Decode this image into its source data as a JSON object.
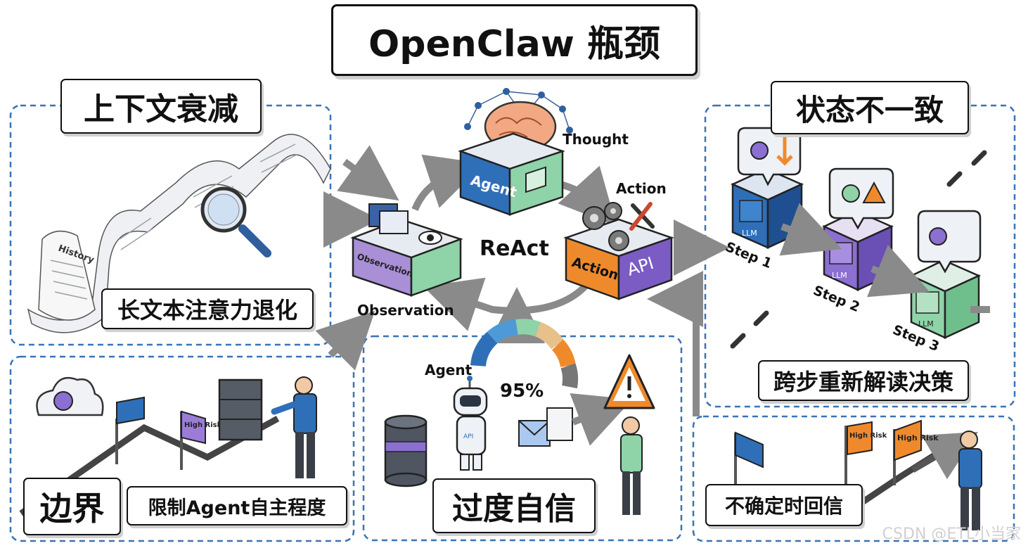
{
  "title": "OpenClaw 瓶颈",
  "sections": {
    "context_decay": {
      "title": "上下文衰减",
      "subtitle": "长文本注意力退化",
      "scroll_label": "History"
    },
    "state_inconsistency": {
      "title": "状态不一致",
      "subtitle": "跨步重新解读决策",
      "steps": [
        "Step 1",
        "Step 2",
        "Step 3"
      ],
      "cube_label": "LLM"
    },
    "boundary": {
      "title": "边界",
      "subtitle": "限制Agent自主程度",
      "flag_text": "High Risk"
    },
    "overconfidence": {
      "title": "过度自信",
      "agent_label": "Agent",
      "confidence": "95%",
      "robot_badge": "API"
    },
    "callback": {
      "title": "不确定时回信",
      "flag1": "High Risk",
      "flag2": "High Risk"
    }
  },
  "react": {
    "center": "ReAct",
    "thought": "Thought",
    "action": "Action",
    "observation": "Observation",
    "agent_block": "Agent",
    "observation_block": "Observation",
    "action_block": "Action",
    "api_block": "API"
  },
  "watermark": "CSDN @ETL小当家",
  "colors": {
    "blue": "#2f6fb8",
    "green": "#8fd3a8",
    "purple": "#7b5cc4",
    "orange": "#ef8a2c",
    "dashed": "#3a73b5"
  }
}
